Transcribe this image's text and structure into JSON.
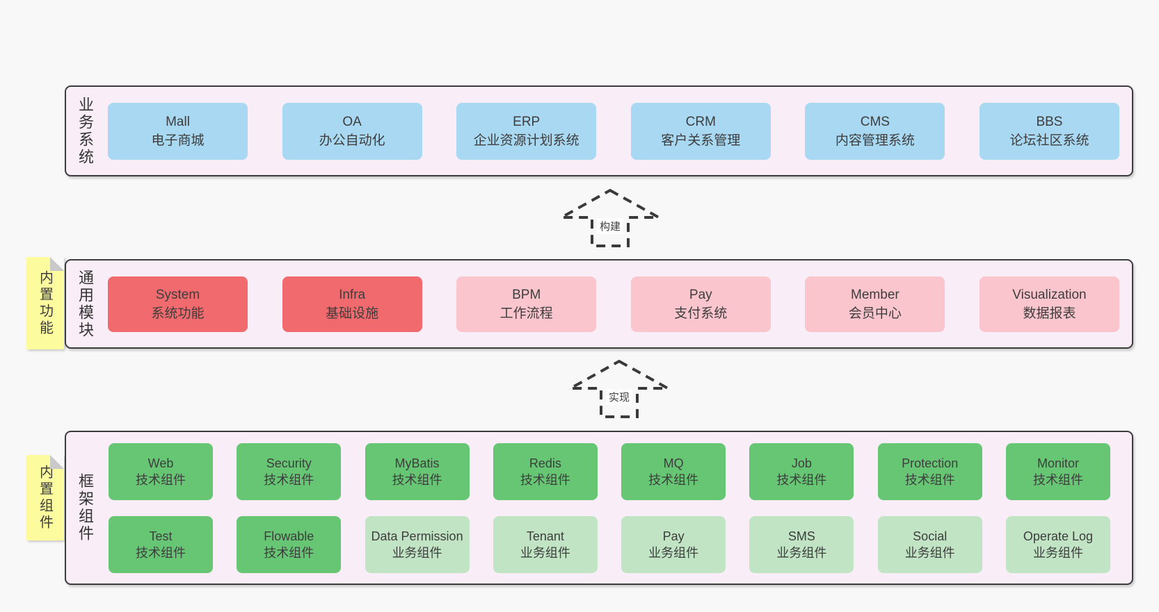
{
  "colors": {
    "page_bg": "#f8f8f8",
    "band_bg": "#f9eef7",
    "band_border": "#3c3c3c",
    "blue": "#a8d8f2",
    "red": "#f16a6d",
    "pink": "#fac5cd",
    "green_dark": "#67c674",
    "green_light": "#c1e5c4",
    "sticky_yellow": "#fcfc9f",
    "sticky_fold": "#c9c9c9",
    "text": "#3d3d3d",
    "arrow_stroke": "#3a3a3a"
  },
  "bands": [
    {
      "label": "业务系统",
      "boxes": [
        {
          "name": "Mall",
          "desc": "电子商城",
          "variant": "blue"
        },
        {
          "name": "OA",
          "desc": "办公自动化",
          "variant": "blue"
        },
        {
          "name": "ERP",
          "desc": "企业资源计划系统",
          "variant": "blue"
        },
        {
          "name": "CRM",
          "desc": "客户关系管理",
          "variant": "blue"
        },
        {
          "name": "CMS",
          "desc": "内容管理系统",
          "variant": "blue"
        },
        {
          "name": "BBS",
          "desc": "论坛社区系统",
          "variant": "blue"
        }
      ]
    },
    {
      "label": "通用模块",
      "sticky": "内置功能",
      "boxes": [
        {
          "name": "System",
          "desc": "系统功能",
          "variant": "red"
        },
        {
          "name": "Infra",
          "desc": "基础设施",
          "variant": "red"
        },
        {
          "name": "BPM",
          "desc": "工作流程",
          "variant": "pink"
        },
        {
          "name": "Pay",
          "desc": "支付系统",
          "variant": "pink"
        },
        {
          "name": "Member",
          "desc": "会员中心",
          "variant": "pink"
        },
        {
          "name": "Visualization",
          "desc": "数据报表",
          "variant": "pink"
        }
      ]
    },
    {
      "label": "框架组件",
      "sticky": "内置组件",
      "rows": [
        [
          {
            "name": "Web",
            "desc": "技术组件",
            "variant": "green_dark"
          },
          {
            "name": "Security",
            "desc": "技术组件",
            "variant": "green_dark"
          },
          {
            "name": "MyBatis",
            "desc": "技术组件",
            "variant": "green_dark"
          },
          {
            "name": "Redis",
            "desc": "技术组件",
            "variant": "green_dark"
          },
          {
            "name": "MQ",
            "desc": "技术组件",
            "variant": "green_dark"
          },
          {
            "name": "Job",
            "desc": "技术组件",
            "variant": "green_dark"
          },
          {
            "name": "Protection",
            "desc": "技术组件",
            "variant": "green_dark"
          },
          {
            "name": "Monitor",
            "desc": "技术组件",
            "variant": "green_dark"
          }
        ],
        [
          {
            "name": "Test",
            "desc": "技术组件",
            "variant": "green_dark"
          },
          {
            "name": "Flowable",
            "desc": "技术组件",
            "variant": "green_dark"
          },
          {
            "name": "Data Permission",
            "desc": "业务组件",
            "variant": "green_light"
          },
          {
            "name": "Tenant",
            "desc": "业务组件",
            "variant": "green_light"
          },
          {
            "name": "Pay",
            "desc": "业务组件",
            "variant": "green_light"
          },
          {
            "name": "SMS",
            "desc": "业务组件",
            "variant": "green_light"
          },
          {
            "name": "Social",
            "desc": "业务组件",
            "variant": "green_light"
          },
          {
            "name": "Operate Log",
            "desc": "业务组件",
            "variant": "green_light"
          }
        ]
      ]
    }
  ],
  "arrows": [
    {
      "label": "构建"
    },
    {
      "label": "实现"
    }
  ]
}
